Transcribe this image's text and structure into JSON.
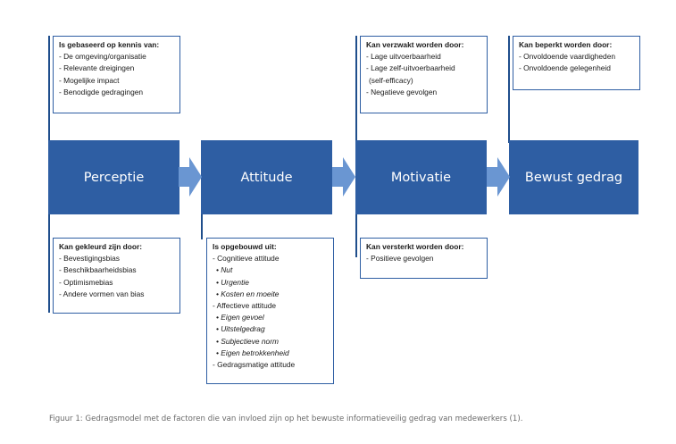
{
  "stages": [
    {
      "label": "Perceptie"
    },
    {
      "label": "Attitude"
    },
    {
      "label": "Motivatie"
    },
    {
      "label": "Bewust gedrag"
    }
  ],
  "top_boxes": {
    "perceptie": {
      "heading": "Is gebaseerd op kennis van:",
      "items": [
        "- De omgeving/organisatie",
        "- Relevante dreigingen",
        "- Mogelijke impact",
        "- Benodigde gedragingen"
      ]
    },
    "motivatie": {
      "heading": "Kan verzwakt worden door:",
      "items": [
        "- Lage uitvoerbaarheid",
        "- Lage zelf-uitvoerbaarheid",
        "(self-efficacy)",
        "- Negatieve gevolgen"
      ]
    },
    "bewust": {
      "heading": "Kan beperkt worden door:",
      "items": [
        "- Onvoldoende vaardigheden",
        "- Onvoldoende gelegenheid"
      ]
    }
  },
  "bottom_boxes": {
    "perceptie": {
      "heading": "Kan gekleurd zijn door:",
      "items": [
        "- Bevestigingsbias",
        "- Beschikbaarheidsbias",
        "- Optimismebias",
        "- Andere vormen van bias"
      ]
    },
    "attitude": {
      "heading": "Is opgebouwd uit:",
      "items": [
        "- Cognitieve attitude",
        "• Nut",
        "• Urgentie",
        "• Kosten en moeite",
        "- Affectieve attitude",
        "• Eigen gevoel",
        "• Uitstelgedrag",
        "• Subjectieve norm",
        "• Eigen betrokkenheid",
        "- Gedragsmatige attitude"
      ]
    },
    "motivatie": {
      "heading": "Kan versterkt worden door:",
      "items": [
        "- Positieve gevolgen"
      ]
    }
  },
  "caption": "Figuur 1: Gedragsmodel met de factoren die van invloed zijn op het bewuste informatieveilig gedrag van medewerkers (1).",
  "colors": {
    "box": "#2e5ea3",
    "arrow": "#6a96d2",
    "border": "#2e5ea3"
  }
}
